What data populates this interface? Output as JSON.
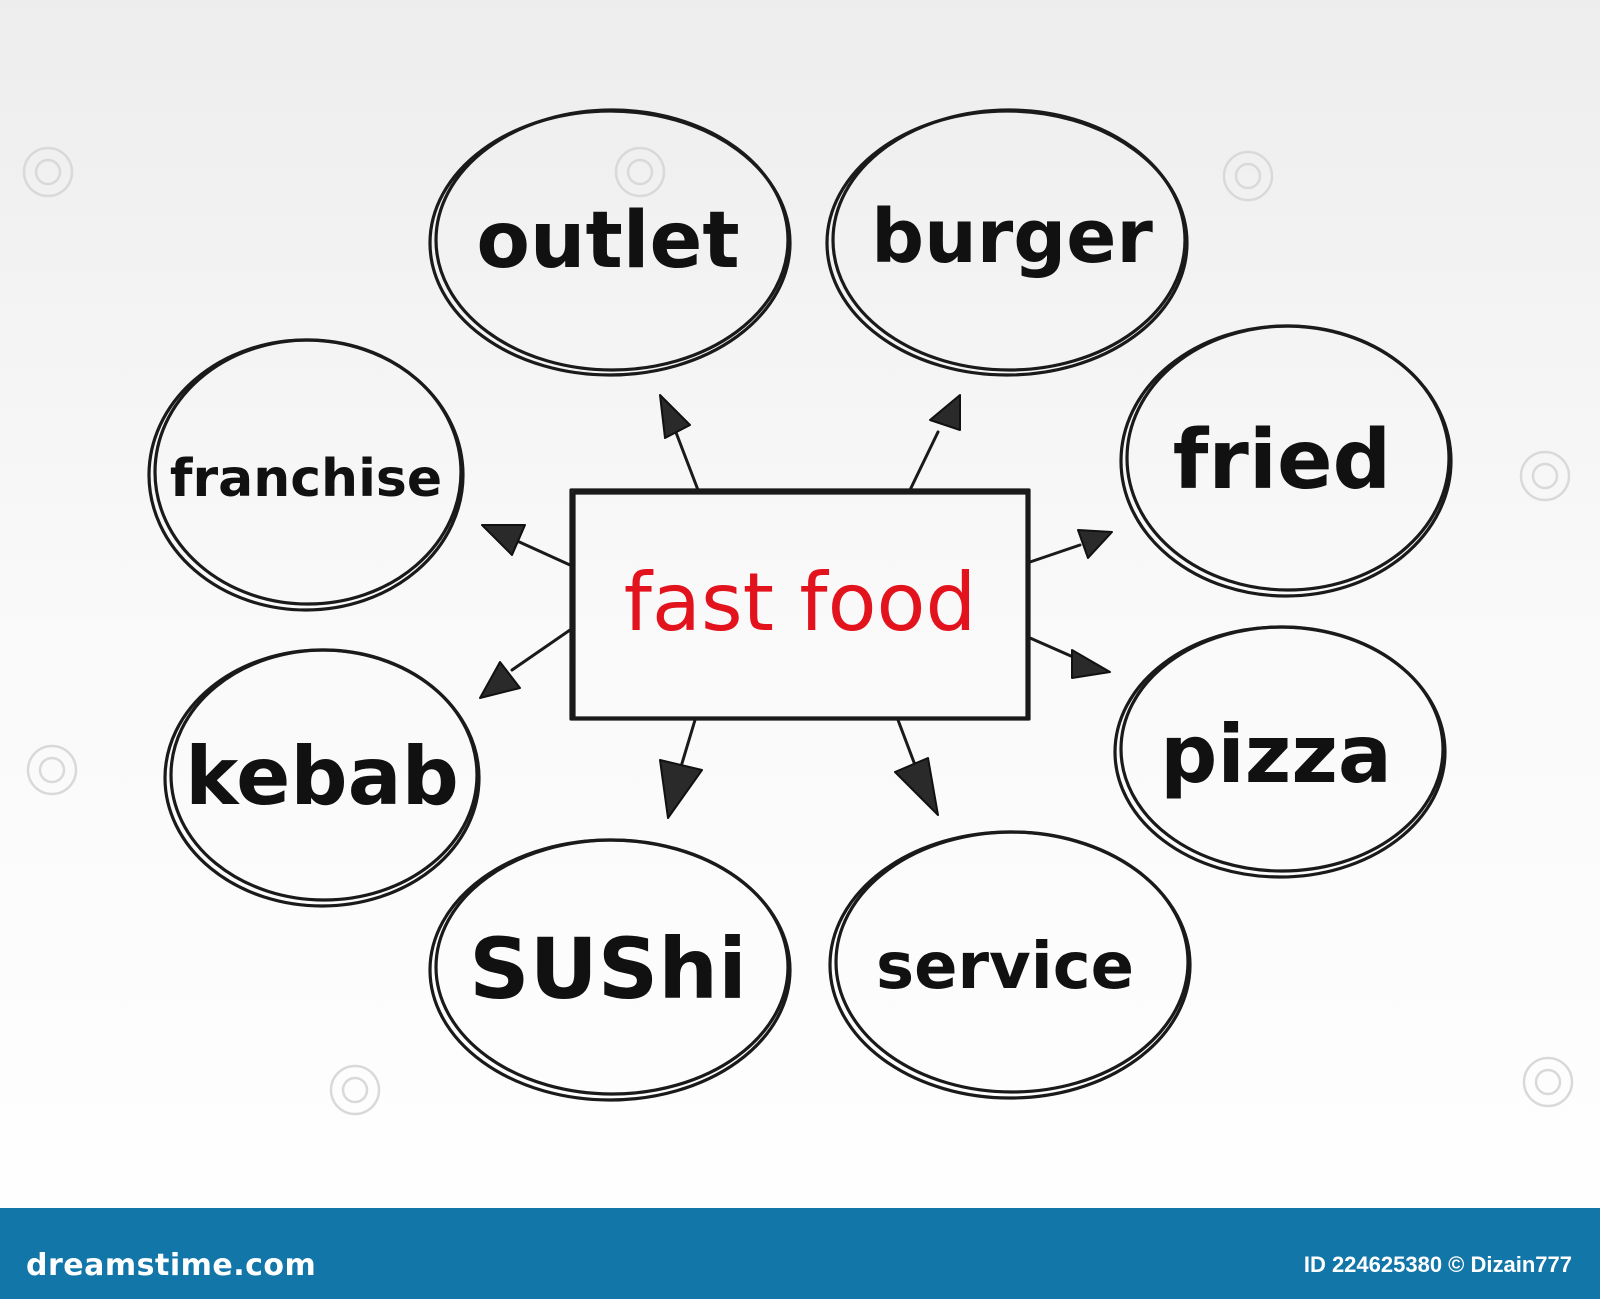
{
  "colors": {
    "outline": "#1a1a1a",
    "center_text": "#e3131d",
    "footer_background": "#1276a9",
    "footer_text": "#ffffff"
  },
  "diagram": {
    "center": "fast food",
    "nodes": {
      "outlet": "outlet",
      "burger": "burger",
      "franchise": "franchise",
      "fried": "fried",
      "kebab": "kebab",
      "pizza": "pizza",
      "sushi": "SUShi",
      "service": "service"
    }
  },
  "footer": {
    "brand": "dreamstime.com",
    "image_id": "ID 224625380 © Dizain777"
  }
}
